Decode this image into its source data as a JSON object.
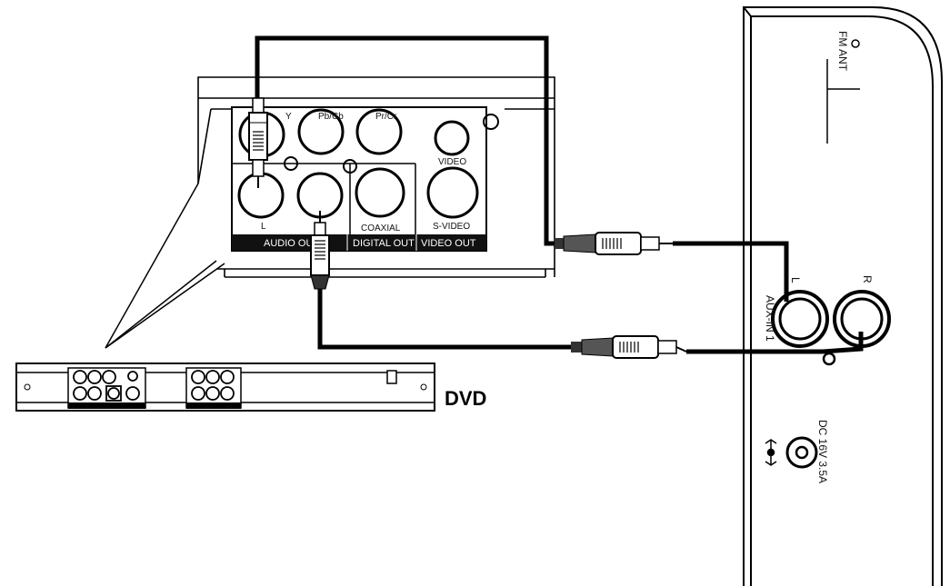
{
  "dvd_panel": {
    "jacks": {
      "y": "Y",
      "pb_cb": "Pb/Cb",
      "pr_cr": "Pr/Cr",
      "video": "VIDEO",
      "l": "L",
      "coaxial": "COAXIAL",
      "s_video": "S-VIDEO"
    },
    "sections": {
      "audio_out": "AUDIO OUT",
      "digital_out": "DIGITAL  OUT",
      "video_out": "VIDEO OUT"
    }
  },
  "dvd_label": "DVD",
  "unit_panel": {
    "antenna_label": "FM ANT",
    "aux_left": "L",
    "aux_right": "R",
    "aux_label": "AUX-IN 1",
    "dc_label": "DC 16V 3.5A"
  }
}
